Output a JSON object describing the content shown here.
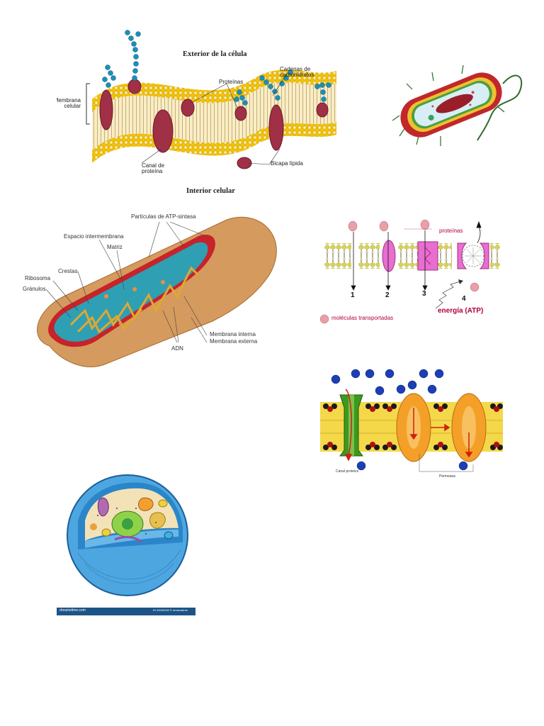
{
  "membrane_diagram": {
    "title_top": "Exterior de la célula",
    "title_bottom": "Interior celular",
    "labels": {
      "membrana": "Membrana celular",
      "proteinas": "Proteínas",
      "cadenas": "Cadenas de carbohidratos",
      "canal": "Canal de proteína",
      "bicapa": "Bicapa lípida"
    }
  },
  "mitochondrion_diagram": {
    "labels": {
      "particulas": "Partículas de ATP-sintasa",
      "espacio": "Espacio intermembrana",
      "matriz": "Matriz",
      "crestas": "Crestas",
      "ribosoma": "Ribosoma",
      "granulos": "Gránulos",
      "adn": "ADN",
      "membrana_interna": "Membrana interna",
      "membrana_externa": "Membrana externa"
    }
  },
  "transport_diagram": {
    "proteinas_label": "proteínas",
    "numbers": [
      "1",
      "2",
      "3",
      "4"
    ],
    "energia_label": "energía (ATP)",
    "legend_label": "moléculas transportadas"
  },
  "channel_diagram": {
    "canal_label": "Canal proteico",
    "permeasa_label": "Permeasa"
  },
  "animal_cell": {
    "caption_left": "dreamstime.com",
    "caption_right": "ID 00000000 © dreamstime"
  },
  "colors": {
    "lipid_head": "#f2c200",
    "protein": "#a03045",
    "carb": "#1b8fb8",
    "mito_outer": "#d59a5e",
    "mito_matrix": "#2f9fb3",
    "transport_head": "#d9d44a",
    "transport_protein": "#e86ed0",
    "molecule": "#e8a0a8",
    "channel_green": "#3c9a1e",
    "permease_orange": "#f4a028",
    "ion_blue": "#1d3fb5",
    "cell_blue": "#4da6e0"
  }
}
